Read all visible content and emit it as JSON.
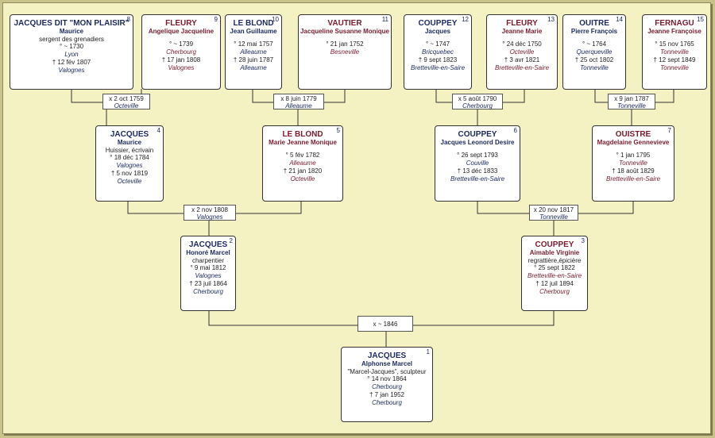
{
  "people": [
    {
      "id": "p8",
      "sex": "m",
      "num": "8",
      "surname": "JACQUES DIT \"MON PLAISIR\"",
      "given": "Maurice",
      "occupation": "sergent des grenadiers",
      "events": [
        {
          "text": "° ~ 1730",
          "place": "Lyon"
        },
        {
          "text": "† 12 fév 1807",
          "place": "Valognes"
        }
      ]
    },
    {
      "id": "p9",
      "sex": "f",
      "num": "9",
      "surname": "FLEURY",
      "given": "Angelique Jacqueline",
      "occupation": "",
      "events": [
        {
          "text": "° ~ 1739",
          "place": "Cherbourg"
        },
        {
          "text": "† 17 jan 1808",
          "place": "Valognes"
        }
      ]
    },
    {
      "id": "p10",
      "sex": "m",
      "num": "10",
      "surname": "LE BLOND",
      "given": "Jean Guillaume",
      "occupation": "",
      "events": [
        {
          "text": "° 12 mai 1757",
          "place": "Alleaume"
        },
        {
          "text": "† 28 juin 1787",
          "place": "Alleaume"
        }
      ]
    },
    {
      "id": "p11",
      "sex": "f",
      "num": "11",
      "surname": "VAUTIER",
      "given": "Jacqueline Susanne Monique",
      "occupation": "",
      "events": [
        {
          "text": "° 21 jan 1752",
          "place": "Besneville"
        }
      ]
    },
    {
      "id": "p12",
      "sex": "m",
      "num": "12",
      "surname": "COUPPEY",
      "given": "Jacques",
      "occupation": "",
      "events": [
        {
          "text": "° ~ 1747",
          "place": "Bricquebec"
        },
        {
          "text": "† 9 sept 1823",
          "place": "Bretteville-en-Saire"
        }
      ]
    },
    {
      "id": "p13",
      "sex": "f",
      "num": "13",
      "surname": "FLEURY",
      "given": "Jeanne Marie",
      "occupation": "",
      "events": [
        {
          "text": "° 24 déc 1750",
          "place": "Octeville"
        },
        {
          "text": "† 3 avr 1821",
          "place": "Bretteville-en-Saire"
        }
      ]
    },
    {
      "id": "p14",
      "sex": "m",
      "num": "14",
      "surname": "OUITRE",
      "given": "Pierre François",
      "occupation": "",
      "events": [
        {
          "text": "° ~ 1764",
          "place": "Querqueville"
        },
        {
          "text": "† 25 oct 1802",
          "place": "Tonneville"
        }
      ]
    },
    {
      "id": "p15",
      "sex": "f",
      "num": "15",
      "surname": "FERNAGU",
      "given": "Jeanne Françoise",
      "occupation": "",
      "events": [
        {
          "text": "° 15 nov 1765",
          "place": "Tonneville"
        },
        {
          "text": "† 12 sept 1849",
          "place": "Tonneville"
        }
      ]
    },
    {
      "id": "p4",
      "sex": "m",
      "num": "4",
      "surname": "JACQUES",
      "given": "Maurice",
      "occupation": "Huissier, écrivain",
      "events": [
        {
          "text": "° 18 déc 1784",
          "place": "Valognes"
        },
        {
          "text": "† 5 nov 1819",
          "place": "Octeville"
        }
      ]
    },
    {
      "id": "p5",
      "sex": "f",
      "num": "5",
      "surname": "LE BLOND",
      "given": "Marie Jeanne Monique",
      "occupation": "",
      "events": [
        {
          "text": "° 5 fév 1782",
          "place": "Alleaume"
        },
        {
          "text": "† 21 jan 1820",
          "place": "Octeville"
        }
      ]
    },
    {
      "id": "p6",
      "sex": "m",
      "num": "6",
      "surname": "COUPPEY",
      "given": "Jacques Leonord Desire",
      "occupation": "",
      "events": [
        {
          "text": "° 26 sept 1793",
          "place": "Couville"
        },
        {
          "text": "† 13 déc 1833",
          "place": "Bretteville-en-Saire"
        }
      ]
    },
    {
      "id": "p7",
      "sex": "f",
      "num": "7",
      "surname": "OUISTRE",
      "given": "Magdelaine Gennevieve",
      "occupation": "",
      "events": [
        {
          "text": "° 1 jan 1795",
          "place": "Tonneville"
        },
        {
          "text": "† 18 août 1829",
          "place": "Bretteville-en-Saire"
        }
      ]
    },
    {
      "id": "p2",
      "sex": "m",
      "num": "2",
      "surname": "JACQUES",
      "given": "Honoré Marcel",
      "occupation": "charpentier",
      "events": [
        {
          "text": "° 9 mai 1812",
          "place": "Valognes"
        },
        {
          "text": "† 23 juil 1864",
          "place": "Cherbourg"
        }
      ]
    },
    {
      "id": "p3",
      "sex": "f",
      "num": "3",
      "surname": "COUPPEY",
      "given": "Aimable Virginie",
      "occupation": "regrattière,épicière",
      "events": [
        {
          "text": "° 25 sept 1822",
          "place": "Bretteville-en-Saire"
        },
        {
          "text": "† 12 juil 1894",
          "place": "Cherbourg"
        }
      ]
    },
    {
      "id": "p1",
      "sex": "m",
      "num": "1",
      "surname": "JACQUES",
      "given": "Alphonse Marcel",
      "occupation": "\"Marcel-Jacques\", sculpteur",
      "events": [
        {
          "text": "° 14 nov 1864",
          "place": "Cherbourg"
        },
        {
          "text": "† 7 jan 1952",
          "place": "Cherbourg"
        }
      ]
    }
  ],
  "marriages": [
    {
      "id": "m4",
      "date": "x 2 oct 1759",
      "place": "Octeville"
    },
    {
      "id": "m5",
      "date": "x 8 juin 1779",
      "place": "Alleaume"
    },
    {
      "id": "m6",
      "date": "x 5 août 1790",
      "place": "Cherbourg"
    },
    {
      "id": "m7",
      "date": "x 9 jan 1787",
      "place": "Tonneville"
    },
    {
      "id": "m2",
      "date": "x 2 nov 1808",
      "place": "Valognes"
    },
    {
      "id": "m3",
      "date": "x 20 nov 1817",
      "place": "Tonneville"
    },
    {
      "id": "m1",
      "date": "x ~ 1846",
      "place": ""
    }
  ]
}
